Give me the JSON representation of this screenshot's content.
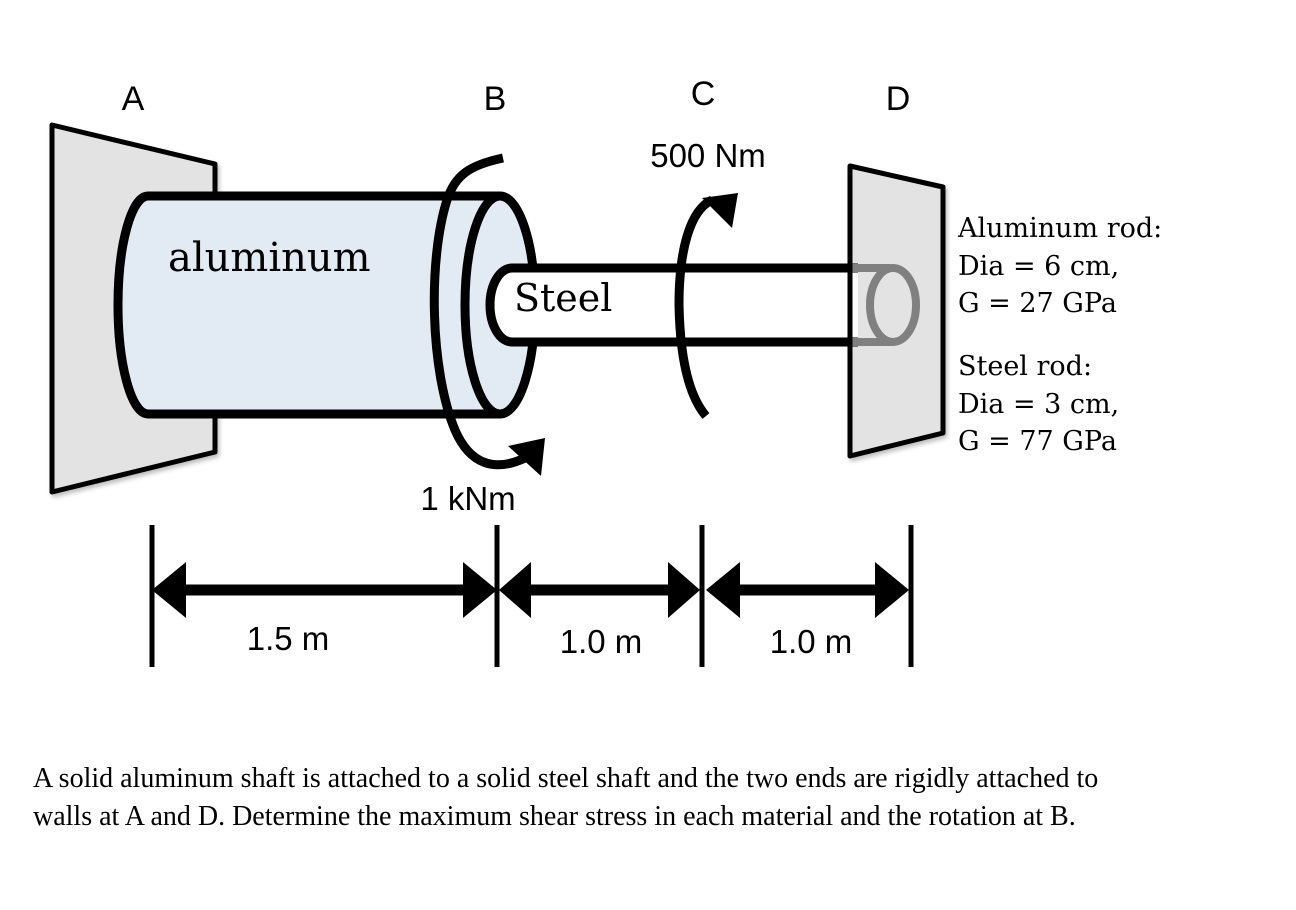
{
  "points": {
    "a": "A",
    "b": "B",
    "c": "C",
    "d": "D"
  },
  "shafts": {
    "aluminum_label": "aluminum",
    "steel_label": "Steel"
  },
  "torques": {
    "at_b": "1 kNm",
    "at_c": "500 Nm"
  },
  "dimensions": {
    "ab": "1.5 m",
    "bc": "1.0 m",
    "cd": "1.0 m"
  },
  "properties": {
    "aluminum": {
      "title": "Aluminum rod:",
      "dia": "Dia = 6 cm,",
      "g": "G = 27 GPa"
    },
    "steel": {
      "title": "Steel rod:",
      "dia": "Dia = 3 cm,",
      "g": "G = 77 GPa"
    }
  },
  "problem": {
    "line1": "A solid aluminum shaft is attached to a solid steel shaft and the two ends are rigidly attached to",
    "line2": "walls at A and D. Determine the maximum shear stress in each material and the rotation at B."
  },
  "colors": {
    "wall_fill": "#e3e3e3",
    "aluminum_fill": "#e2eaf4",
    "steel_fill": "#ffffff",
    "outline": "#000000",
    "hidden_end": "#808080"
  }
}
